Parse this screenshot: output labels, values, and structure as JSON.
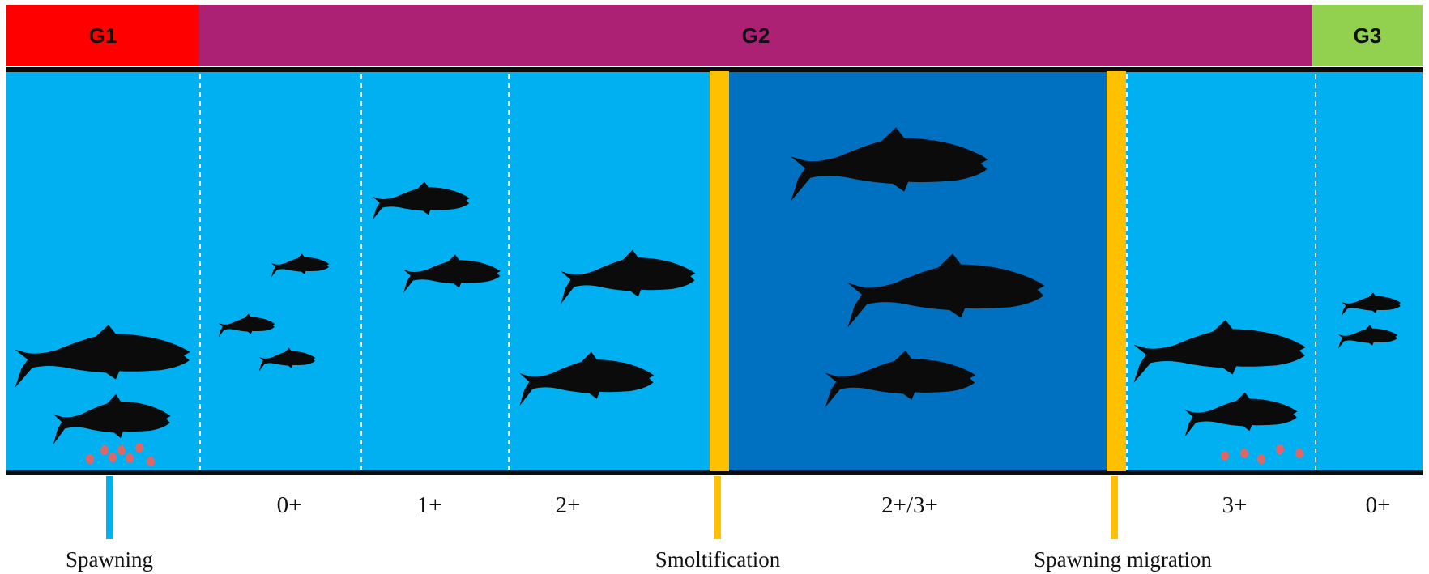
{
  "colors": {
    "g1": "#ff0000",
    "g2": "#ad2174",
    "g3": "#92d050",
    "freshwater": "#00b0f0",
    "ocean": "#0070c0",
    "event_marker": "#ffc000",
    "spawning_marker": "#00b0f0",
    "egg": "#e06666",
    "fish": "#0b0b0b"
  },
  "generations": [
    {
      "id": "g1",
      "label": "G1"
    },
    {
      "id": "g2",
      "label": "G2"
    },
    {
      "id": "g3",
      "label": "G3"
    }
  ],
  "age_labels": [
    "0+",
    "1+",
    "2+",
    "2+/3+",
    "3+",
    "0+"
  ],
  "events": {
    "spawning": "Spawning",
    "smoltification": "Smoltification",
    "spawning_migration": "Spawning migration"
  },
  "icons": {
    "fish": "salmon-silhouette-icon",
    "eggs": "egg-cluster-icon"
  }
}
